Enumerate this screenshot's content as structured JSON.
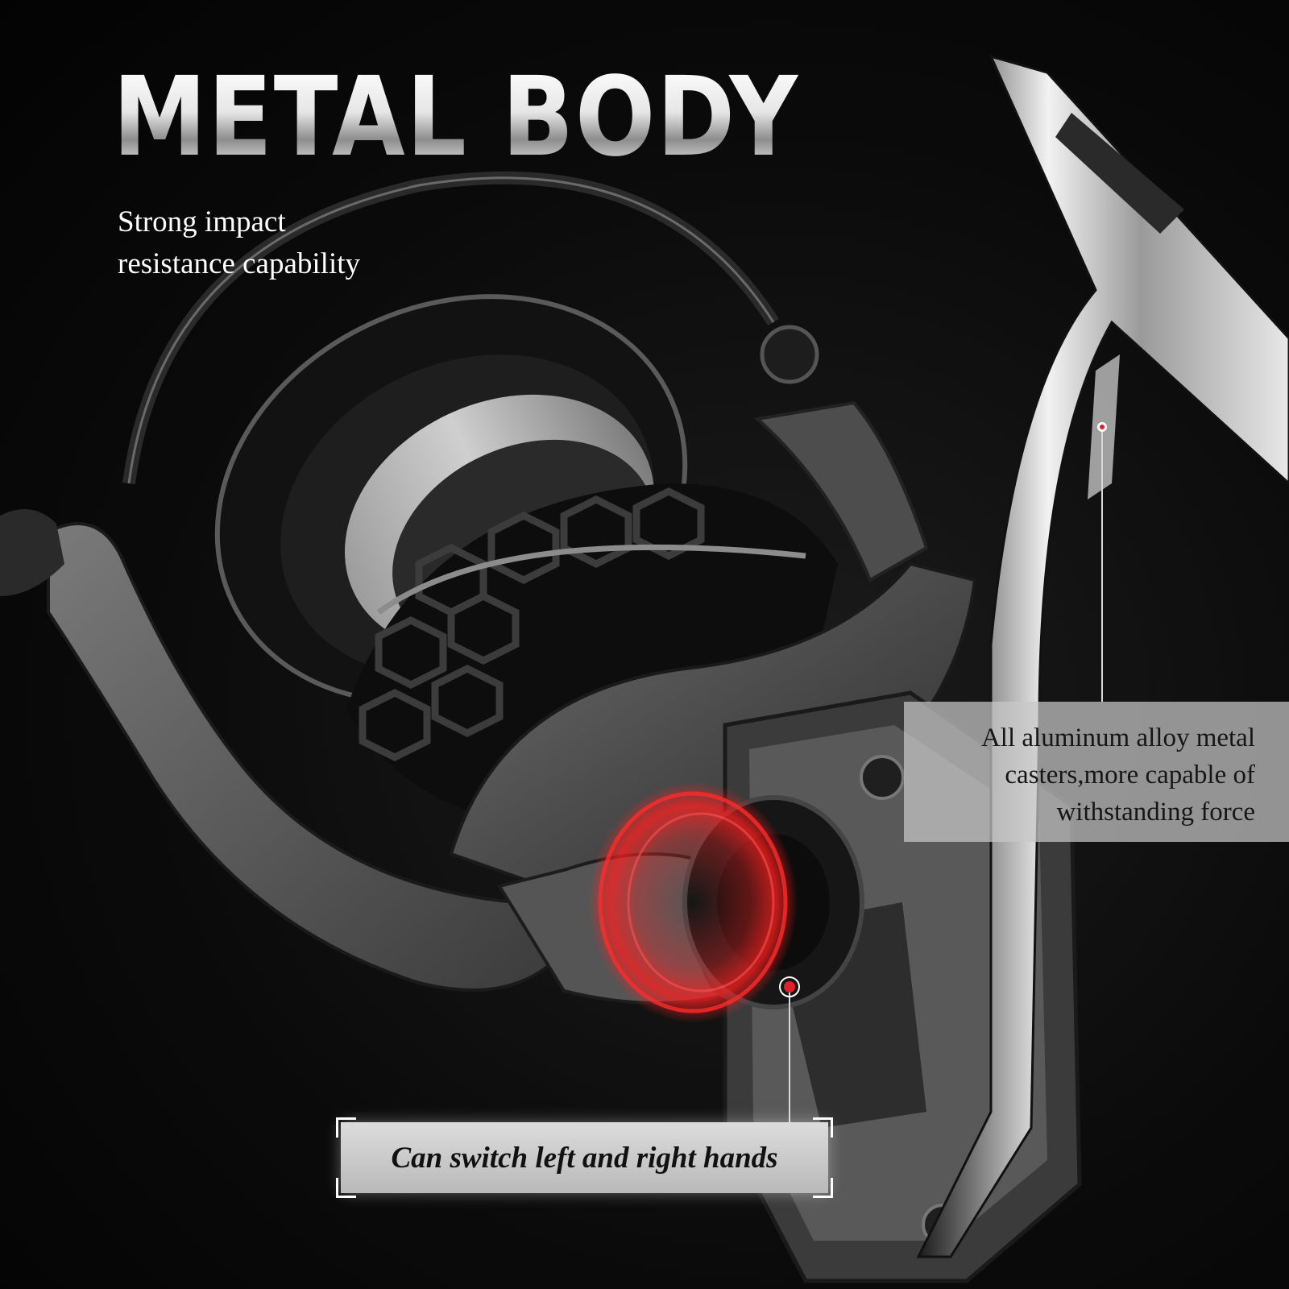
{
  "headline": "METAL BODY",
  "subtitle": {
    "line1": "Strong impact",
    "line2": "resistance capability"
  },
  "callout_right": {
    "line1": "All aluminum alloy metal",
    "line2": "casters,more capable of",
    "line3": "withstanding force"
  },
  "callout_bottom": "Can switch left and right hands",
  "colors": {
    "background": "#050505",
    "accent_red": "#e0202a",
    "metal_light": "#d9d9d9",
    "metal_dark": "#3a3a3a"
  },
  "photo_subject": "spinning-fishing-reel"
}
